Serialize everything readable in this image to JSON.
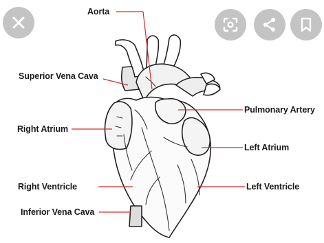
{
  "viewer": {
    "toolbar": {
      "close_icon": "close-icon",
      "lens_icon": "lens-search-icon",
      "share_icon": "share-icon",
      "bookmark_icon": "bookmark-icon",
      "button_color": "#c4c4c4",
      "icon_color": "#ffffff"
    }
  },
  "diagram": {
    "leader_color": "#d92b2b",
    "labels": {
      "aorta": "Aorta",
      "superior_vena_cava": "Superior Vena Cava",
      "pulmonary_artery": "Pulmonary Artery",
      "right_atrium": "Right Atrium",
      "left_atrium": "Left Atrium",
      "right_ventricle": "Right Ventricle",
      "left_ventricle": "Left Ventricle",
      "inferior_vena_cava": "Inferior Vena Cava"
    }
  }
}
